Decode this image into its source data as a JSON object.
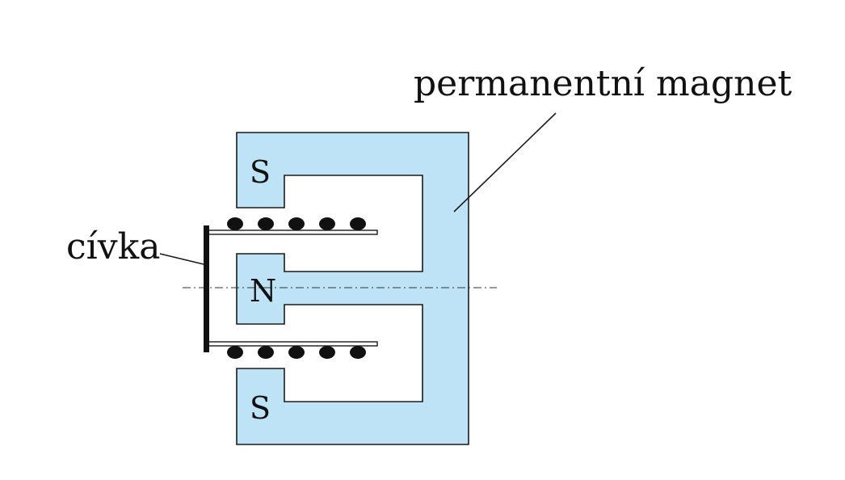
{
  "labels": {
    "magnet": "permanentní magnet",
    "coil": "cívka",
    "pole_top": "S",
    "pole_middle": "N",
    "pole_bottom": "S"
  },
  "colors": {
    "magnet_fill": "#bfe3f6",
    "outline": "#1a1a1a",
    "coil_dot": "#111111"
  }
}
